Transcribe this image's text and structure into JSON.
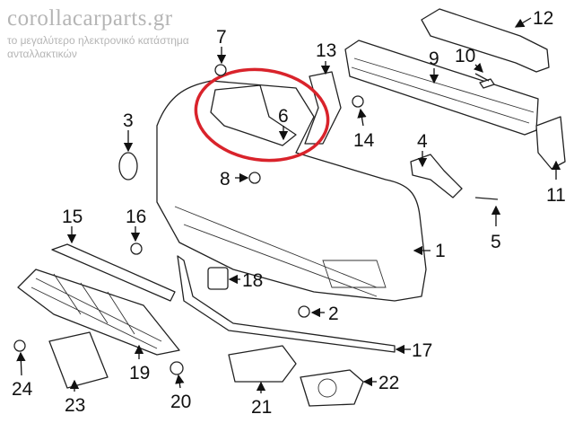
{
  "diagram": {
    "title": "Front bumper assembly exploded view",
    "highlight_color": "#d9232b",
    "highlighted_part": "6",
    "watermark": {
      "brand": "corollacarparts.gr",
      "tagline": "το μεγαλύτερο ηλεκτρονικό κατάστημα ανταλλακτικών"
    },
    "callouts": [
      "1",
      "2",
      "3",
      "4",
      "5",
      "6",
      "7",
      "8",
      "9",
      "10",
      "11",
      "12",
      "13",
      "14",
      "15",
      "16",
      "17",
      "18",
      "19",
      "20",
      "21",
      "22",
      "23",
      "24"
    ]
  }
}
